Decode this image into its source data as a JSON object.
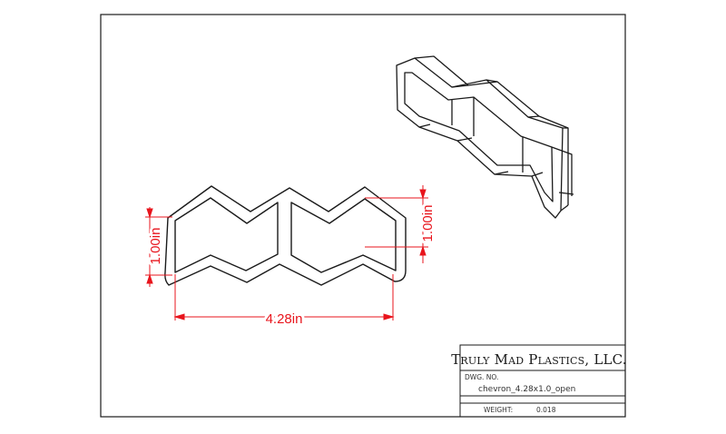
{
  "drawing": {
    "dimensions": {
      "width": "4.28in",
      "left_height": "1.00in",
      "right_height": "1.00in"
    },
    "title_block": {
      "company": "Truly Mad Plastics, LLC.",
      "dwg_no_label": "DWG.  NO.",
      "dwg_no_value": "chevron_4.28x1.0_open",
      "weight_label": "WEIGHT:",
      "weight_value": "0.018"
    },
    "colors": {
      "line": "#1a1a1a",
      "dimension": "#e8141c",
      "background": "#ffffff"
    }
  }
}
